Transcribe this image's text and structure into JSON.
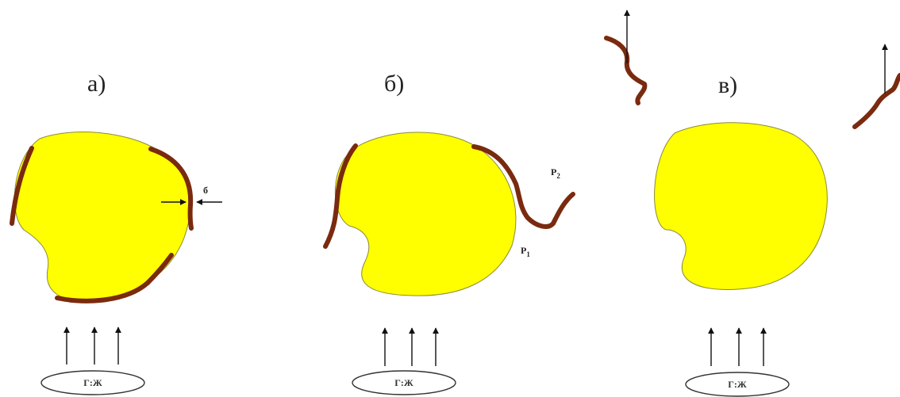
{
  "panels": [
    {
      "label": "а)",
      "source_label": "Г:Ж",
      "thickness_label": "б"
    },
    {
      "label": "б)",
      "source_label": "Г:Ж",
      "p1_base": "P",
      "p1_sub": "1",
      "p2_base": "P",
      "p2_sub": "2"
    },
    {
      "label": "в)",
      "source_label": "Г:Ж"
    }
  ],
  "colors": {
    "particle": "#ffff00",
    "film": "#7a2a0e",
    "arrow": "#111111"
  }
}
